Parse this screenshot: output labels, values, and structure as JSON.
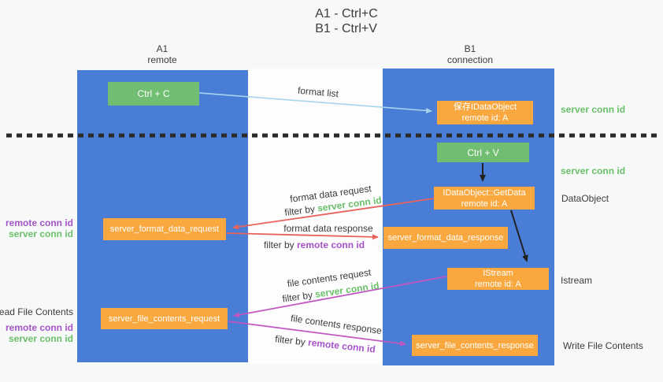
{
  "title": {
    "line1": "A1 - Ctrl+C",
    "line2": "B1 - Ctrl+V"
  },
  "lanes": {
    "left": {
      "name": "A1",
      "role": "remote"
    },
    "right": {
      "name": "B1",
      "role": "connection"
    }
  },
  "boxes": {
    "ctrl_c": "Ctrl + C",
    "ctrl_v": "Ctrl + V",
    "save_idataobject": {
      "line1": "保存IDataObject",
      "line2": "remote id: A"
    },
    "getdata": {
      "line1": "IDataObject::GetData",
      "line2": "remote id: A"
    },
    "istream": {
      "line1": "IStream",
      "line2": "remote id: A"
    },
    "format_request": "server_format_data_request",
    "format_response": "server_format_data_response",
    "file_request": "server_file_contents_request",
    "file_response": "server_file_contents_response"
  },
  "side_labels": {
    "right_server_conn_id_top": "server conn id",
    "right_server_conn_id_mid": "server conn id",
    "dataobject": "DataObject",
    "istream": "Istream",
    "write_file_contents": "Write File Contents",
    "left_remote_conn_id_top": "remote conn id",
    "left_server_conn_id_top": "server conn id",
    "read_file_contents": "Read File Contents",
    "left_remote_conn_id_bottom": "remote conn id",
    "left_server_conn_id_bottom": "server conn id"
  },
  "arrow_labels": {
    "format_list": "format list",
    "format_data_request": "format data request",
    "format_data_response": "format data response",
    "file_contents_request": "file contents request",
    "file_contents_response": "file contents response",
    "filter_by": "filter by",
    "server_conn_id": "server conn id",
    "remote_conn_id": "remote conn id"
  },
  "colors": {
    "lane_blue": "#4a7dd6",
    "box_green": "#71bd71",
    "box_orange": "#f9a840",
    "arrow_blue": "#a9d4ef",
    "arrow_red": "#e8635c",
    "arrow_magenta": "#c158c1",
    "arrow_black": "#212121",
    "label_green": "#6abf69",
    "label_purple": "#a653c8",
    "text_dark": "#3c3c3c",
    "background": "#f7f8f8"
  }
}
